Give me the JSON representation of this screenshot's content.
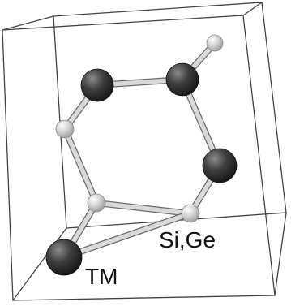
{
  "figure": {
    "labels": {
      "light_atom": "Si,Ge",
      "dark_atom": "TM"
    },
    "atom_kinds": {
      "transition_metal": {
        "color": "#3a3a3a",
        "count": 4
      },
      "metalloid": {
        "color": "#cfcfcf",
        "count": 4
      }
    },
    "bond_color": "#d9d9d9",
    "cell_edge_color": "#444444"
  }
}
